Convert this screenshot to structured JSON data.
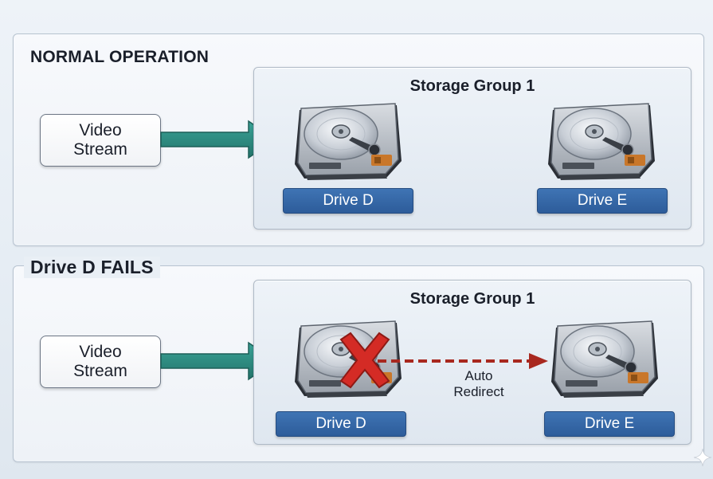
{
  "normal": {
    "title": "NORMAL OPERATION",
    "source_label": "Video\nStream",
    "group_title": "Storage Group 1",
    "drives": [
      {
        "label": "Drive D"
      },
      {
        "label": "Drive E"
      }
    ]
  },
  "failure": {
    "title": "Drive D FAILS",
    "source_label": "Video\nStream",
    "group_title": "Storage Group 1",
    "drives": [
      {
        "label": "Drive D",
        "failed": true
      },
      {
        "label": "Drive E"
      }
    ],
    "redirect_label": "Auto\nRedirect"
  },
  "colors": {
    "flow_arrow": "#2e8a80",
    "fail_mark": "#d42b25",
    "redirect_arrow": "#a8281f",
    "drive_label_bg": "#3568a8"
  },
  "icons": {
    "drive": "hard-drive-icon",
    "fail": "red-x-icon",
    "sparkle": "sparkle-icon"
  }
}
